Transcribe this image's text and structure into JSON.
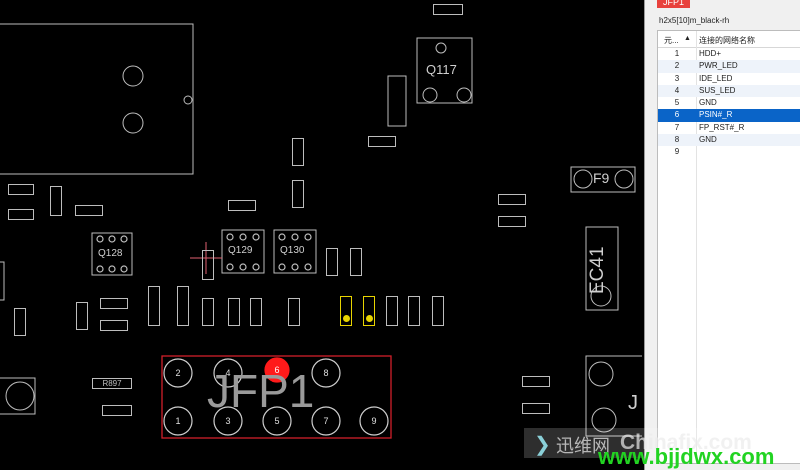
{
  "board": {
    "jfp1_label": "JFP1",
    "q117_label": "Q117",
    "q128_label": "Q128",
    "q129_label": "Q129",
    "q130_label": "Q130",
    "f9_label": "F9",
    "ec41_label": "EC41",
    "r897_label": "R897",
    "top_right_letter": "J",
    "jfp1_pins": [
      "1",
      "2",
      "3",
      "4",
      "5",
      "6",
      "7",
      "8",
      "9"
    ],
    "highlight_pin": "6",
    "highlight_color": "#ff1a1a",
    "outline_color": "#d0202a",
    "yellow_color": "#e8d400"
  },
  "panel": {
    "tab_label": "JFP1",
    "part_name": "h2x5[10]m_black-rh",
    "col_pin": "元...",
    "col_net": "连接的网络名称",
    "rows": [
      {
        "pin": "1",
        "net": "HDD+"
      },
      {
        "pin": "2",
        "net": "PWR_LED"
      },
      {
        "pin": "3",
        "net": "IDE_LED"
      },
      {
        "pin": "4",
        "net": "SUS_LED"
      },
      {
        "pin": "5",
        "net": "GND"
      },
      {
        "pin": "6",
        "net": "PSIN#_R"
      },
      {
        "pin": "7",
        "net": "FP_RST#_R"
      },
      {
        "pin": "8",
        "net": "GND"
      },
      {
        "pin": "9",
        "net": ""
      }
    ],
    "selected_index": 5,
    "select_color": "#0a64c8"
  },
  "watermark": {
    "brand_cn": "迅维网",
    "brand_en": "Chinafix.com",
    "url": "www.bjjdwx.com"
  }
}
